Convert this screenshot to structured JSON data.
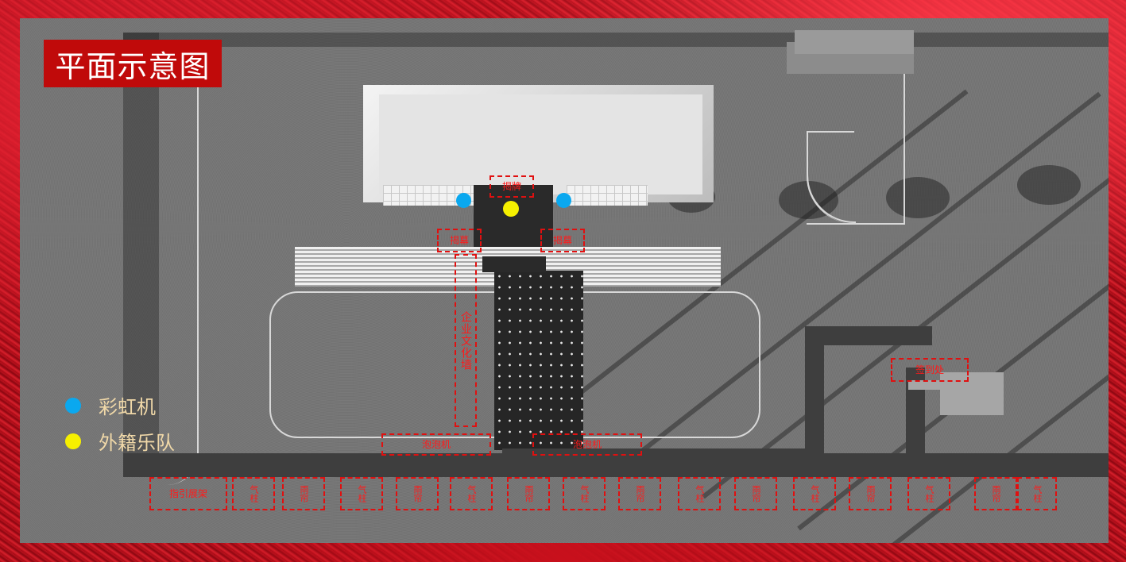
{
  "title": "平面示意图",
  "legend": [
    {
      "label": "彩虹机",
      "color": "#0aa8ef"
    },
    {
      "label": "外籍乐队",
      "color": "#f6f000"
    }
  ],
  "labels": {
    "unveil_plaque": "揭牌",
    "unveil_left": "揭幕",
    "unveil_right": "揭幕",
    "culture_wall": "企业文化墙",
    "bubble_left": "泡泡机",
    "bubble_right": "泡泡机",
    "sign_in": "签到处",
    "guide_panel": "指引展架",
    "gas_column": "气柱",
    "rain_curtain": "雨帘"
  },
  "colors": {
    "accent_red": "#c00a0a",
    "dashed_red": "#e01010",
    "rainbow_machine": "#0aa8ef",
    "band": "#f6f000"
  }
}
